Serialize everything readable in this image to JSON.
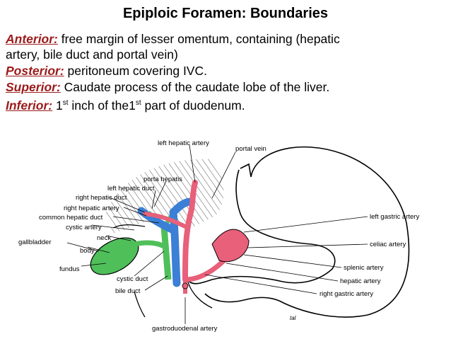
{
  "title": "Epiploic Foramen: Boundaries",
  "boundaries": {
    "anterior": {
      "label": "Anterior:",
      "line1": " free margin of lesser omentum, containing (hepatic",
      "line2": "artery, bile duct  and portal vein)"
    },
    "posterior": {
      "label": "Posterior:",
      "text": " peritoneum covering IVC."
    },
    "superior": {
      "label": "Superior:",
      "text": " Caudate process of the caudate lobe of the liver."
    },
    "inferior": {
      "label": "Inferior:",
      "pre": " 1",
      "sup1": "st",
      "mid": " inch of the1",
      "sup2": "st",
      "post": " part of duodenum."
    }
  },
  "diagram_labels": {
    "left_hepatic_artery": "left hepatic artery",
    "portal_vein": "portal vein",
    "porta_hepatis": "porta hepatis",
    "left_hepatic_duct": "left hepatic duct",
    "right_hepatic_duct": "right hepatic duct",
    "right_hepatic_artery": "right hepatic artery",
    "common_hepatic_duct": "common hepatic duct",
    "cystic_artery": "cystic artery",
    "gallbladder": "gallbladder",
    "neck": "neck",
    "body": "body",
    "fundus": "fundus",
    "cystic_duct": "cystic duct",
    "bile_duct": "bile duct",
    "gastroduodenal_artery": "gastroduodenal artery",
    "left_gastric_artery": "left gastric artery",
    "celiac_artery": "celiac artery",
    "splenic_artery": "splenic artery",
    "hepatic_artery": "hepatic artery",
    "right_gastric_artery": "right gastric artery",
    "signature": "tal"
  },
  "colors": {
    "keyword": "#9b1b1b",
    "bile_duct_green": "#4fbf5a",
    "portal_vein_blue": "#3b7fd6",
    "artery_pink": "#e8607a"
  }
}
